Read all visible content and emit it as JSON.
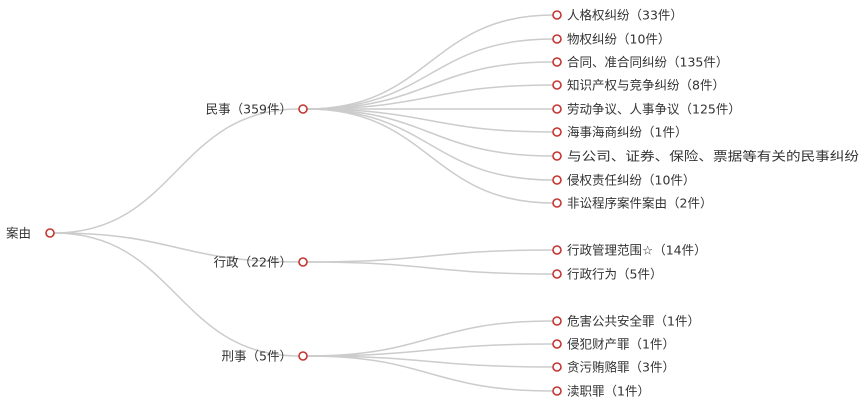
{
  "tree": {
    "label": "案由",
    "children": [
      {
        "label": "民事（359件）",
        "children": [
          {
            "label": "人格权纠纷（33件）"
          },
          {
            "label": "物权纠纷（10件）"
          },
          {
            "label": "合同、准合同纠纷（135件）"
          },
          {
            "label": "知识产权与竞争纠纷（8件）"
          },
          {
            "label": "劳动争议、人事争议（125件）"
          },
          {
            "label": "海事海商纠纷（1件）"
          },
          {
            "label": "与公司、证券、保险、票据等有关的民事纠纷"
          },
          {
            "label": "侵权责任纠纷（10件）"
          },
          {
            "label": "非讼程序案件案由（2件）"
          }
        ]
      },
      {
        "label": "行政（22件）",
        "children": [
          {
            "label": "行政管理范围☆（14件）"
          },
          {
            "label": "行政行为（5件）"
          }
        ]
      },
      {
        "label": "刑事（5件）",
        "children": [
          {
            "label": "危害公共安全罪（1件）"
          },
          {
            "label": "侵犯财产罪（1件）"
          },
          {
            "label": "贪污贿赂罪（3件）"
          },
          {
            "label": "渎职罪（1件）"
          }
        ]
      }
    ]
  },
  "colors": {
    "link": "#cccccc",
    "node_stroke": "#c23531",
    "node_fill": "#ffffff",
    "text": "#333333"
  }
}
